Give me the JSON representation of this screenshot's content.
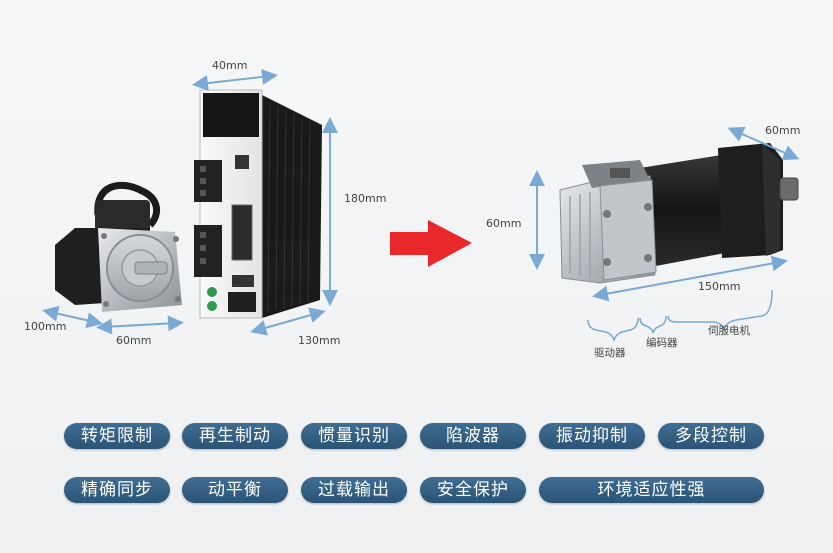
{
  "colors": {
    "dimension_line": "#7aa9d4",
    "arrow": "#e8282b",
    "pill_bg": "#2f5a7c",
    "pill_text": "#ffffff"
  },
  "left_product": {
    "driver_width": "40mm",
    "driver_height": "180mm",
    "driver_depth": "130mm",
    "motor_flange": "60mm",
    "motor_length": "100mm"
  },
  "right_product": {
    "flange": "60mm",
    "height": "60mm",
    "length": "150mm",
    "sections": {
      "driver": "驱动器",
      "encoder": "编码器",
      "servo_motor": "伺服电机"
    }
  },
  "features": [
    "转矩限制",
    "再生制动",
    "惯量识别",
    "陷波器",
    "振动抑制",
    "多段控制",
    "精确同步",
    "动平衡",
    "过载输出",
    "安全保护",
    "环境适应性强"
  ]
}
